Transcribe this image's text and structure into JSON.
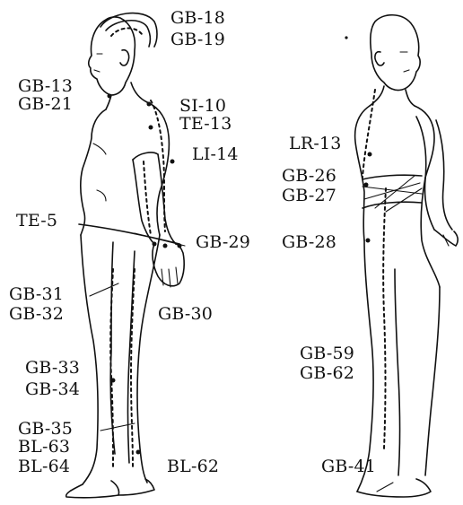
{
  "labels": {
    "gb18": "GB-18",
    "gb19": "GB-19",
    "gb13": "GB-13",
    "gb21": "GB-21",
    "si10": "SI-10",
    "te13": "TE-13",
    "li14": "LI-14",
    "te5": "TE-5",
    "gb29": "GB-29",
    "gb31": "GB-31",
    "gb32": "GB-32",
    "gb30": "GB-30",
    "gb33": "GB-33",
    "gb34": "GB-34",
    "gb35": "GB-35",
    "bl63": "BL-63",
    "bl64": "BL-64",
    "bl62": "BL-62",
    "lr13": "LR-13",
    "gb26": "GB-26",
    "gb27": "GB-27",
    "gb28": "GB-28",
    "gb59": "GB-59",
    "gb62": "GB-62",
    "gb41": "GB-41"
  },
  "colors": {
    "ink": "#111111",
    "background": "#ffffff"
  }
}
